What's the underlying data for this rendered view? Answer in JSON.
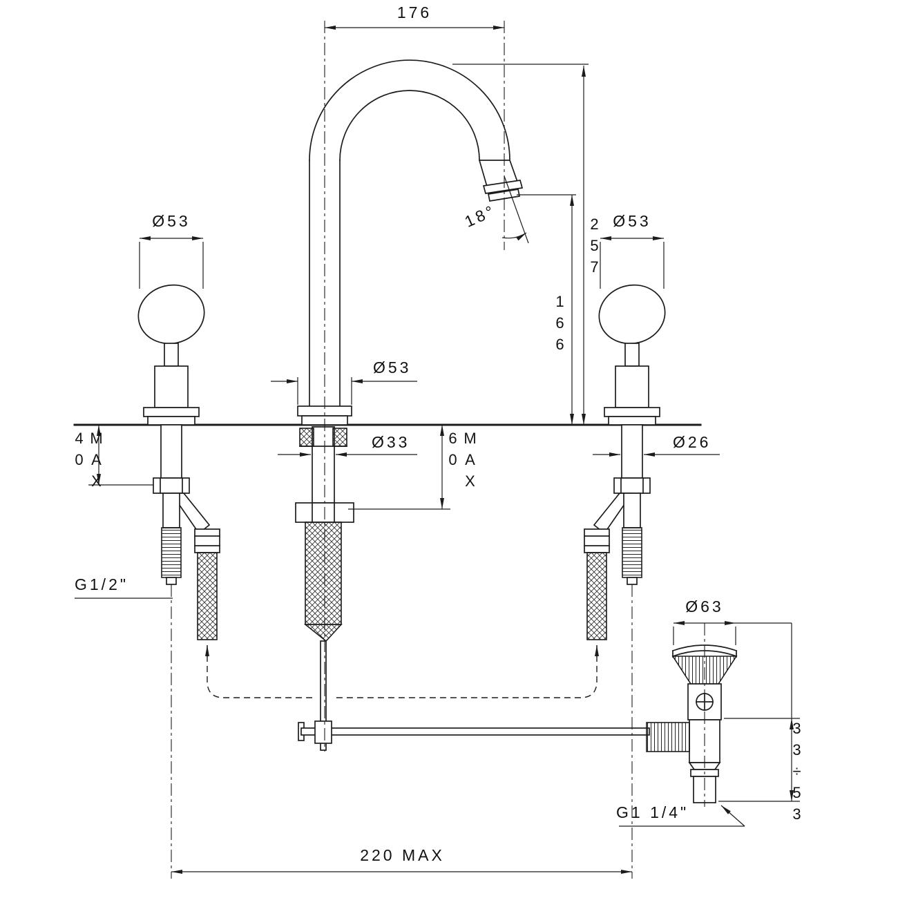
{
  "colors": {
    "line": "#1c1c1c",
    "background": "#ffffff"
  },
  "drawing": {
    "labels": {
      "spout_reach": "176",
      "spout_height": "257",
      "spout_outlet_height": "166",
      "spout_angle": "18°",
      "handle_left_diameter": "Ø53",
      "handle_right_diameter": "Ø53",
      "spout_base_diameter": "Ø53",
      "center_hole_diameter": "Ø33",
      "side_hole_diameter": "Ø26",
      "deck_thickness_value": "40",
      "deck_thickness_max": "MAX",
      "center_deck_value": "60",
      "center_deck_max": "MAX",
      "inlet_thread": "G1/2\"",
      "waste_flange_diameter": "Ø63",
      "waste_adjust_range": "33÷53",
      "waste_thread": "G1 1/4\"",
      "hole_spread": "220 MAX"
    }
  }
}
